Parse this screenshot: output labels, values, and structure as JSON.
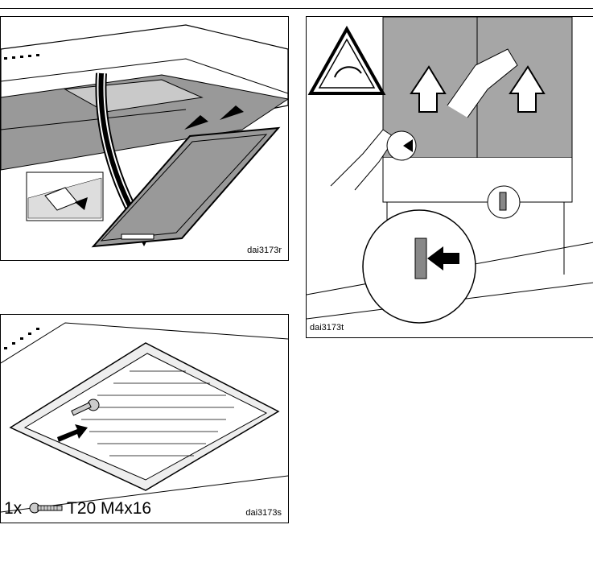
{
  "figures": {
    "filter_removal": {
      "code": "dai3173r"
    },
    "filter_fixing": {
      "code": "dai3173s",
      "screw": {
        "quantity": "1x",
        "spec": "T20 M4x16"
      }
    },
    "panel_removal": {
      "code": "dai3173t",
      "warning_icon": "hand-crush-warning-icon"
    }
  },
  "colors": {
    "filter_gray": "#999999",
    "panel_gray": "#a6a6a6",
    "line": "#000000"
  }
}
